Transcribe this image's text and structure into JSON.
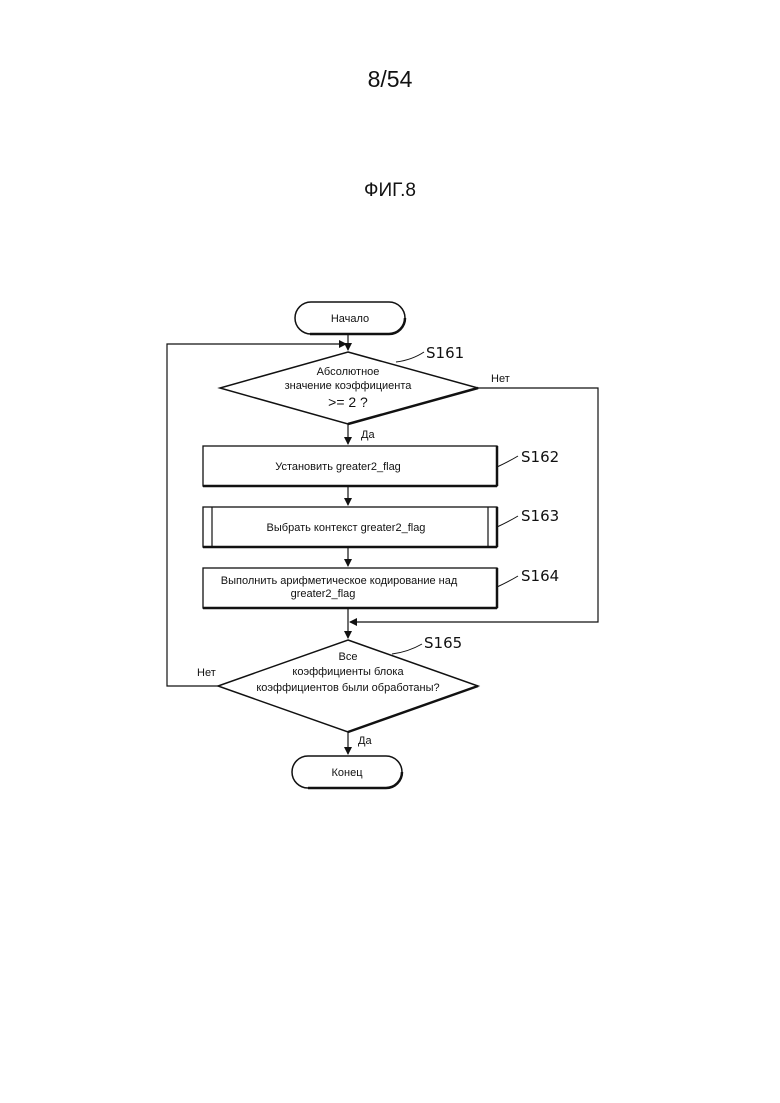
{
  "page": {
    "number": "8/54",
    "figure_title": "ФИГ.8"
  },
  "flowchart": {
    "start": "Начало",
    "end": "Конец",
    "decision1": {
      "step": "S161",
      "line1": "Абсолютное",
      "line2": "значение коэффициента",
      "line3": ">= 2 ?",
      "yes": "Да",
      "no": "Нет"
    },
    "process1": {
      "step": "S162",
      "text": "Установить greater2_flag"
    },
    "process2": {
      "step": "S163",
      "text": "Выбрать контекст greater2_flag"
    },
    "process3": {
      "step": "S164",
      "line1": "Выполнить арифметическое кодирование над",
      "line2": "greater2_flag"
    },
    "decision2": {
      "step": "S165",
      "line1": "Все",
      "line2": "коэффициенты блока",
      "line3": "коэффициентов были обработаны?",
      "yes": "Да",
      "no": "Нет"
    }
  }
}
